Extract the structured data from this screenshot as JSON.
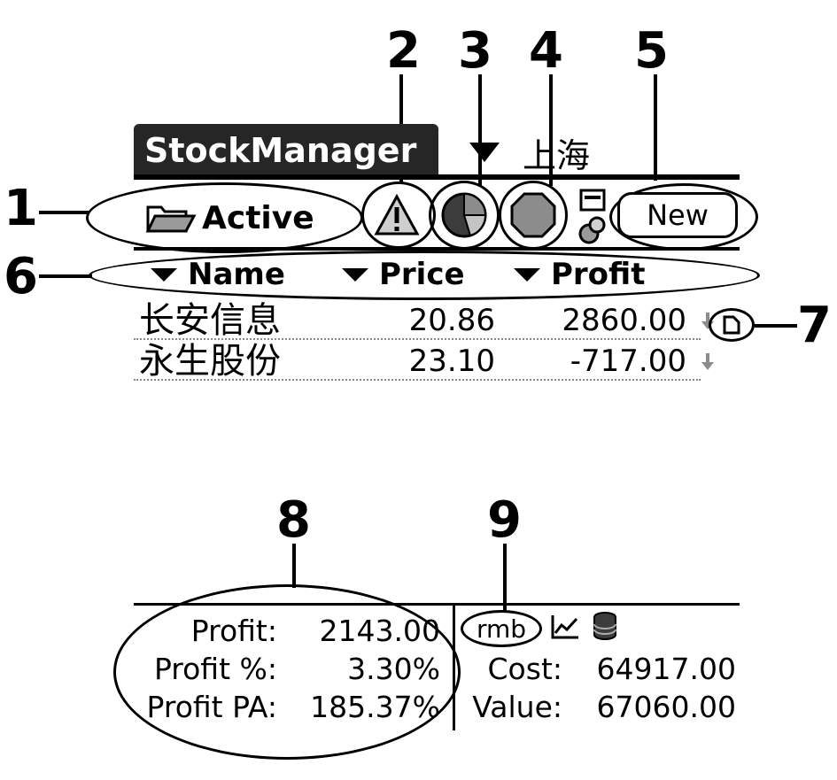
{
  "app": {
    "title": "StockManager"
  },
  "region": {
    "selected": "上海"
  },
  "toolbar": {
    "category": "Active",
    "new_label": "New",
    "icons": [
      "folder-icon",
      "alert-icon",
      "pie-chart-icon",
      "stop-icon",
      "calculator-icon"
    ]
  },
  "columns": {
    "name": "Name",
    "price": "Price",
    "profit": "Profit"
  },
  "rows": [
    {
      "name": "长安信息",
      "price": "20.86",
      "profit": "2860.00",
      "trend": "down"
    },
    {
      "name": "永生股份",
      "price": "23.10",
      "profit": "-717.00",
      "trend": "down"
    }
  ],
  "summary": {
    "profit_label": "Profit:",
    "profit_value": "2143.00",
    "profit_pct_label": "Profit %:",
    "profit_pct_value": "3.30%",
    "profit_pa_label": "Profit PA:",
    "profit_pa_value": "185.37%",
    "currency": "rmb",
    "cost_label": "Cost:",
    "cost_value": "64917.00",
    "value_label": "Value:",
    "value_value": "67060.00"
  },
  "callouts": {
    "c1": "1",
    "c2": "2",
    "c3": "3",
    "c4": "4",
    "c5": "5",
    "c6": "6",
    "c7": "7",
    "c8": "8",
    "c9": "9"
  },
  "colors": {
    "title_bg": "#262626",
    "icon_gray": "#8c8c8c",
    "dark_gray": "#3c3c3c"
  }
}
